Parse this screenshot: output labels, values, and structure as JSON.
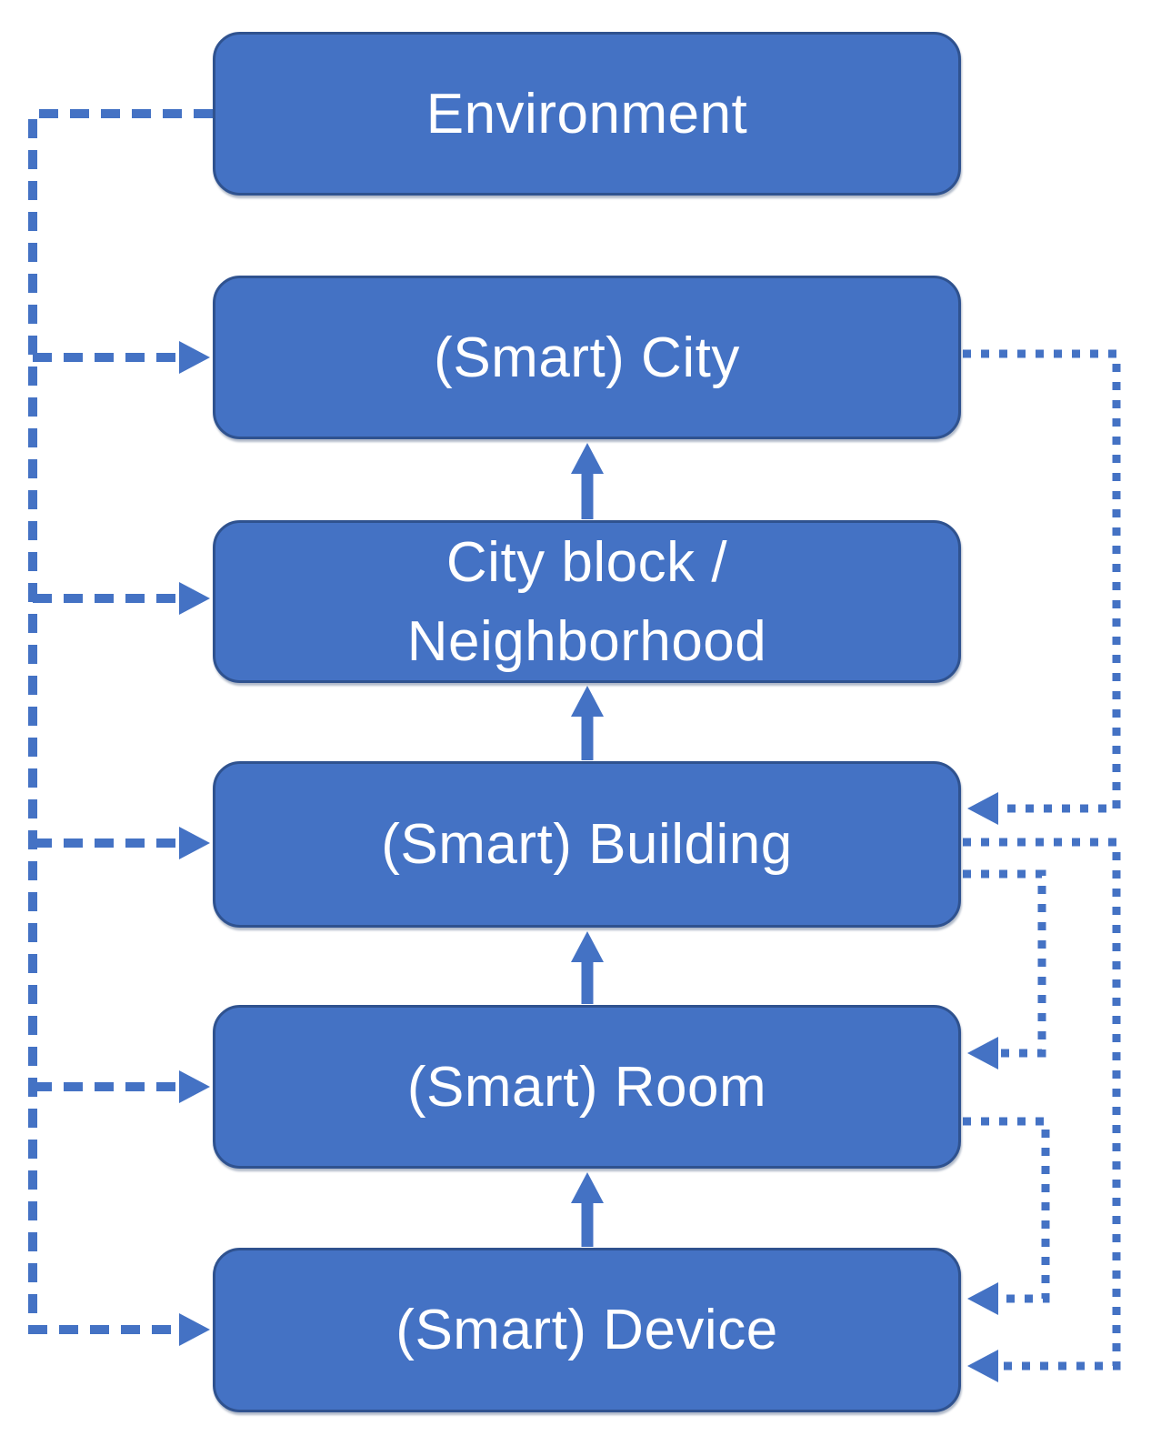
{
  "diagram": {
    "description": "Hierarchy diagram of smart environments",
    "colors": {
      "node_fill": "#4472C4",
      "node_border": "#2F528F",
      "connector": "#4472C4",
      "label_text": "#FFFFFF",
      "background": "#FFFFFF"
    },
    "nodes": {
      "environment": {
        "label": "Environment",
        "label_lines": [
          "Environment"
        ]
      },
      "city": {
        "label": "(Smart) City",
        "label_lines": [
          "(Smart) City"
        ]
      },
      "city_block": {
        "label": "City block / Neighborhood",
        "label_lines": [
          "City block /",
          "Neighborhood"
        ]
      },
      "building": {
        "label": "(Smart) Building",
        "label_lines": [
          "(Smart) Building"
        ]
      },
      "room": {
        "label": "(Smart) Room",
        "label_lines": [
          "(Smart) Room"
        ]
      },
      "device": {
        "label": "(Smart) Device",
        "label_lines": [
          "(Smart) Device"
        ]
      }
    },
    "edges": [
      {
        "id": "environment-to-city",
        "from": "environment",
        "to": "city",
        "style": "dashed",
        "side": "left"
      },
      {
        "id": "environment-to-city-block",
        "from": "environment",
        "to": "city_block",
        "style": "dashed",
        "side": "left"
      },
      {
        "id": "environment-to-building",
        "from": "environment",
        "to": "building",
        "style": "dashed",
        "side": "left"
      },
      {
        "id": "environment-to-room",
        "from": "environment",
        "to": "room",
        "style": "dashed",
        "side": "left"
      },
      {
        "id": "environment-to-device",
        "from": "environment",
        "to": "device",
        "style": "dashed",
        "side": "left"
      },
      {
        "id": "city-block-to-city",
        "from": "city_block",
        "to": "city",
        "style": "solid",
        "side": "middle"
      },
      {
        "id": "building-to-city-block",
        "from": "building",
        "to": "city_block",
        "style": "solid",
        "side": "middle"
      },
      {
        "id": "room-to-building",
        "from": "room",
        "to": "building",
        "style": "solid",
        "side": "middle"
      },
      {
        "id": "device-to-room",
        "from": "device",
        "to": "room",
        "style": "solid",
        "side": "middle"
      },
      {
        "id": "city-to-building",
        "from": "city",
        "to": "building",
        "style": "dotted",
        "side": "right"
      },
      {
        "id": "building-to-room",
        "from": "building",
        "to": "room",
        "style": "dotted",
        "side": "right"
      },
      {
        "id": "building-to-device",
        "from": "building",
        "to": "device",
        "style": "dotted",
        "side": "right"
      },
      {
        "id": "room-to-device",
        "from": "room",
        "to": "device",
        "style": "dotted",
        "side": "right"
      }
    ]
  }
}
